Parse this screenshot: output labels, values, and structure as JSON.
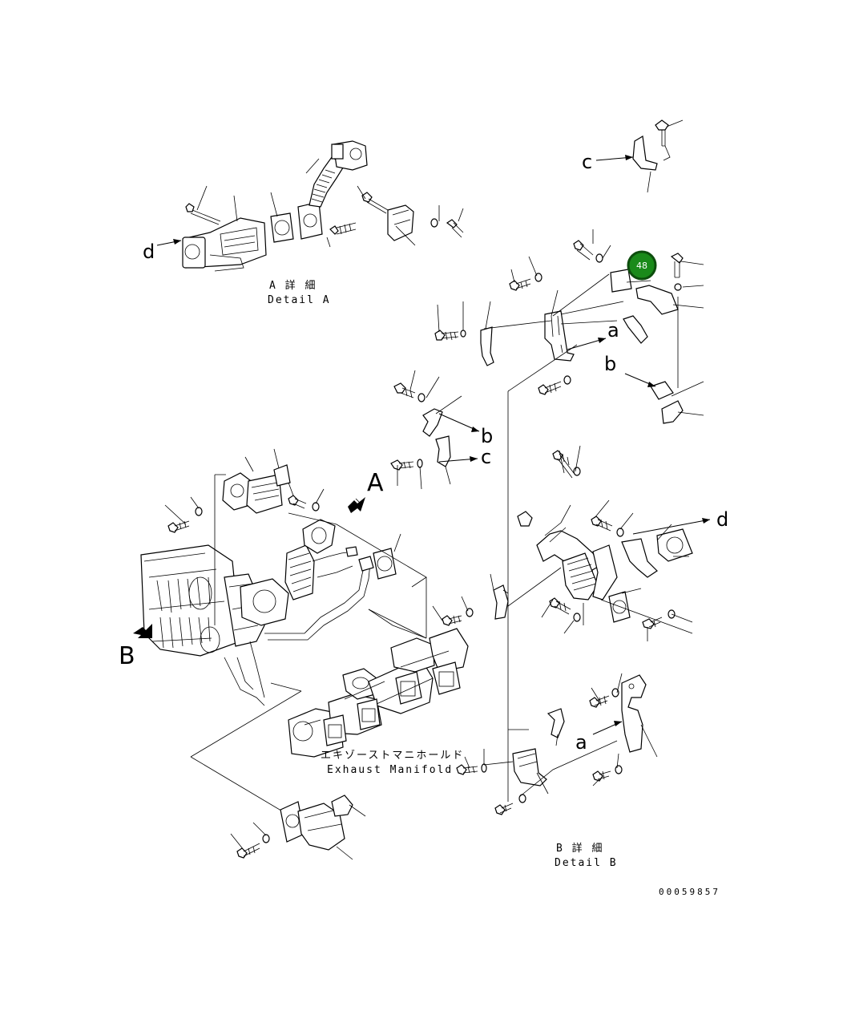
{
  "labels": {
    "detail_a_jp": "A 詳 細",
    "detail_a": "Detail A",
    "detail_b_jp": "B 詳 細",
    "detail_b": "Detail B",
    "manifold_jp": "エキゾーストマニホールド",
    "manifold": "Exhaust Manifold",
    "view_a": "A",
    "view_b": "B",
    "ref_a1": "a",
    "ref_a2": "a",
    "ref_b1": "b",
    "ref_b2": "b",
    "ref_c1": "c",
    "ref_c2": "c",
    "ref_d1": "d",
    "ref_d2": "d",
    "drawing_number": "00059857"
  },
  "callout": {
    "number": "48",
    "color": "#1a8a1a",
    "ring_color": "#0d4d0d"
  }
}
